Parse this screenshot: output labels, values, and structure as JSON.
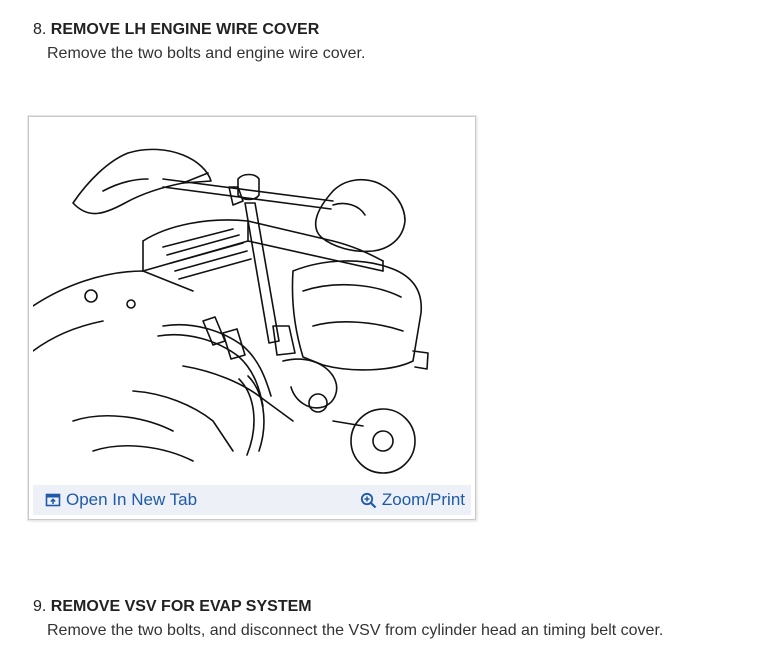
{
  "steps": [
    {
      "number": "8.",
      "title": "REMOVE LH ENGINE WIRE COVER",
      "description": "Remove the two bolts and engine wire cover."
    },
    {
      "number": "9.",
      "title": "REMOVE VSV FOR EVAP SYSTEM",
      "description": "Remove the two bolts, and disconnect the VSV from cylinder head an timing belt cover."
    }
  ],
  "figure": {
    "open_tab_label": "Open In New Tab",
    "zoom_label": "Zoom/Print",
    "open_tab_icon": "open-in-new-tab-icon",
    "zoom_icon": "magnifier-plus-icon",
    "link_color": "#1e5aa8",
    "bar_color": "#eef0f7"
  }
}
